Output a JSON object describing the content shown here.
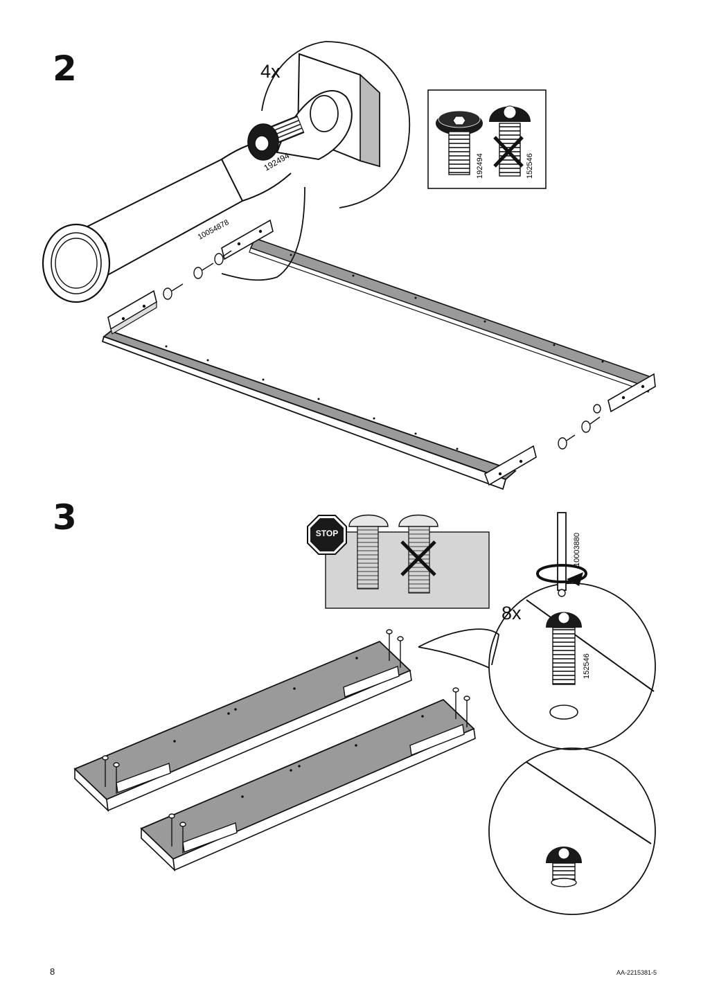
{
  "steps": [
    {
      "number": "2",
      "callout_quantity": "4x",
      "part_in_callout": "192494",
      "part_leg": "10054878",
      "comparison": {
        "correct_part": "192494",
        "wrong_part": "152546"
      }
    },
    {
      "number": "3",
      "callout_quantity": "8x",
      "tool_part": "10003880",
      "screw_part": "152546",
      "warning_sign": "STOP"
    }
  ],
  "footer": {
    "page_number": "8",
    "document_id": "AA-2215381-5"
  }
}
